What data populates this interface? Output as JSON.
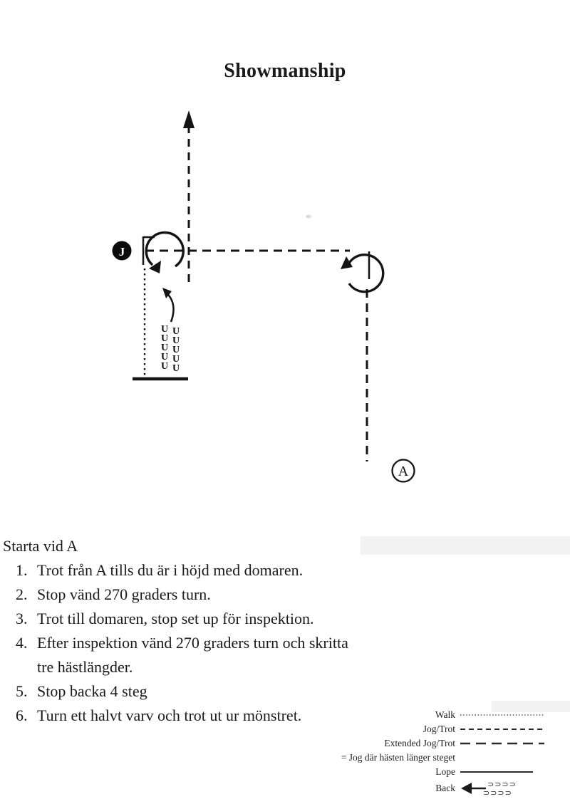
{
  "title": "Showmanship",
  "diagram": {
    "judge_label": "J",
    "start_label": "A"
  },
  "symbols": {
    "hoofprint": "U",
    "back_hoofprints": "⊃⊃⊃⊃"
  },
  "instructions": {
    "intro": "Starta vid A",
    "items": [
      {
        "num": "1.",
        "text": "Trot från A tills du är i höjd med domaren."
      },
      {
        "num": "2.",
        "text": "Stop vänd 270 graders turn."
      },
      {
        "num": "3.",
        "text": "Trot till domaren, stop set up för inspektion."
      },
      {
        "num": "4.",
        "text": "Efter inspektion vänd 270 graders turn och skritta",
        "text2": "tre hästlängder."
      },
      {
        "num": "5.",
        "text": "Stop backa 4 steg"
      },
      {
        "num": "6.",
        "text": "Turn ett halvt varv och trot ut ur mönstret."
      }
    ]
  },
  "legend": {
    "items": [
      {
        "label": "Walk",
        "style": "dotted"
      },
      {
        "label": "Jog/Trot",
        "style": "dashed"
      },
      {
        "label": "Extended Jog/Trot",
        "style": "long-dashed"
      },
      {
        "label": "Lope",
        "style": "solid"
      },
      {
        "label": "Back",
        "style": "arrow-hoofprints"
      }
    ],
    "note": "= Jog där hästen länger steget"
  },
  "colors": {
    "ink": "#1a1a1a",
    "diagram_stroke": "#141414",
    "background": "#ffffff"
  }
}
